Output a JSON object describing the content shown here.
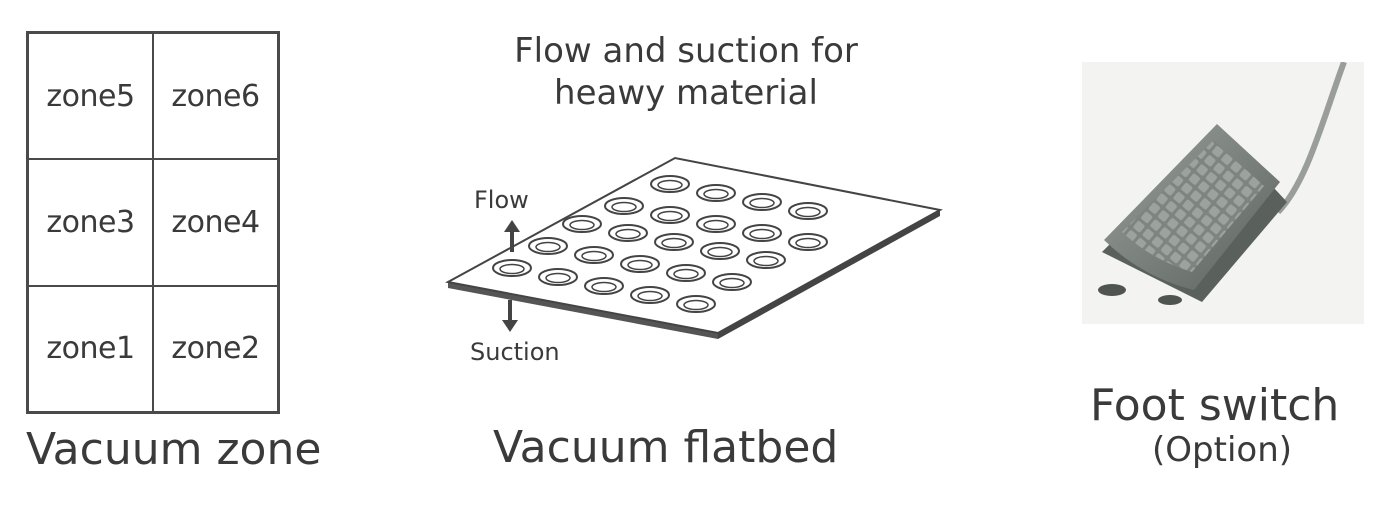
{
  "vacuum_zone": {
    "zones": [
      "zone5",
      "zone6",
      "zone3",
      "zone4",
      "zone1",
      "zone2"
    ],
    "caption": "Vacuum zone"
  },
  "flatbed": {
    "title_line1": "Flow and suction for",
    "title_line2": "heawy material",
    "flow_label": "Flow",
    "suction_label": "Suction",
    "caption": "Vacuum flatbed"
  },
  "foot_switch": {
    "caption": "Foot switch",
    "option": "(Option)",
    "icon": "foot-pedal-photo"
  }
}
